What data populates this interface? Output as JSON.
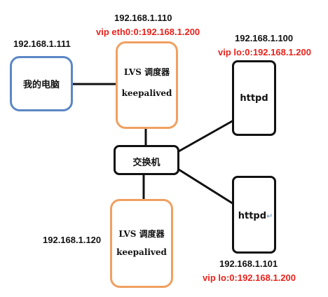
{
  "colors": {
    "client_border": "#5b87c5",
    "lvs_border": "#f0a060",
    "server_border": "#111111",
    "vip_text": "#e8221b",
    "ip_text": "#111111",
    "link": "#111111"
  },
  "client": {
    "ip": "192.168.1.111",
    "label": "我的电脑"
  },
  "lvs_master": {
    "ip": "192.168.1.110",
    "vip": "vip eth0:0:192.168.1.200",
    "title": "LVS 调度器",
    "service": "keepalived"
  },
  "lvs_backup": {
    "ip": "192.168.1.120",
    "title": "LVS 调度器",
    "service": "keepalived"
  },
  "switch": {
    "label": "交换机"
  },
  "server_a": {
    "ip": "192.168.1.100",
    "vip": "vip lo:0:192.168.1.200",
    "label": "httpd"
  },
  "server_b": {
    "ip": "192.168.1.101",
    "vip": "vip lo:0:192.168.1.200",
    "label": "httpd",
    "trailing_mark": "↵"
  }
}
